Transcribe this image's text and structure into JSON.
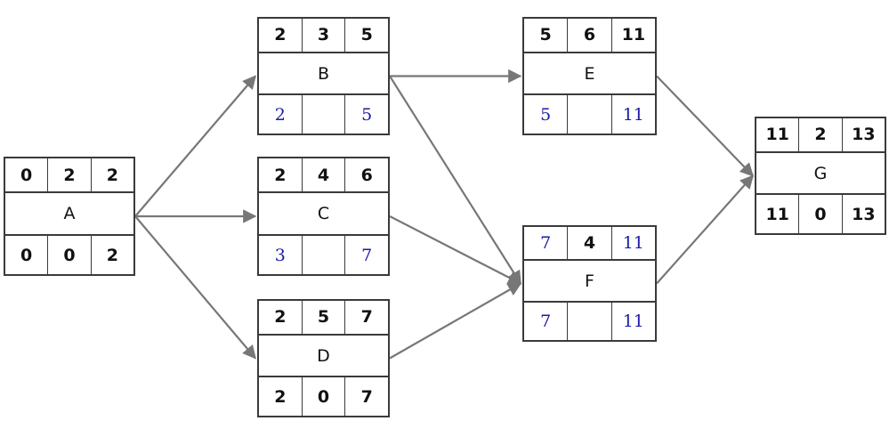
{
  "colors": {
    "node_border": "#3a3a3a",
    "arrow": "#777777",
    "blue_text": "#1a1aa8",
    "black_text": "#111111"
  },
  "nodes": {
    "A": {
      "label": "A",
      "top": [
        "0",
        "2",
        "2"
      ],
      "bottom": [
        "0",
        "0",
        "2"
      ],
      "bottom_style": "black"
    },
    "B": {
      "label": "B",
      "top": [
        "2",
        "3",
        "5"
      ],
      "bottom": [
        "2",
        "",
        "5"
      ],
      "bottom_style": "blue"
    },
    "C": {
      "label": "C",
      "top": [
        "2",
        "4",
        "6"
      ],
      "bottom": [
        "3",
        "",
        "7"
      ],
      "bottom_style": "blue"
    },
    "D": {
      "label": "D",
      "top": [
        "2",
        "5",
        "7"
      ],
      "bottom": [
        "2",
        "0",
        "7"
      ],
      "bottom_style": "black"
    },
    "E": {
      "label": "E",
      "top": [
        "5",
        "6",
        "11"
      ],
      "bottom": [
        "5",
        "",
        "11"
      ],
      "bottom_style": "blue"
    },
    "F": {
      "label": "F",
      "top": [
        "7",
        "4",
        "11"
      ],
      "bottom": [
        "7",
        "",
        "11"
      ],
      "bottom_style": "blue",
      "top_blue": [
        true,
        false,
        true
      ]
    },
    "G": {
      "label": "G",
      "top": [
        "11",
        "2",
        "13"
      ],
      "bottom": [
        "11",
        "0",
        "13"
      ],
      "bottom_style": "black"
    }
  },
  "edges": [
    [
      "A",
      "B"
    ],
    [
      "A",
      "C"
    ],
    [
      "A",
      "D"
    ],
    [
      "B",
      "E"
    ],
    [
      "B",
      "F"
    ],
    [
      "C",
      "F"
    ],
    [
      "D",
      "F"
    ],
    [
      "E",
      "G"
    ],
    [
      "F",
      "G"
    ]
  ]
}
